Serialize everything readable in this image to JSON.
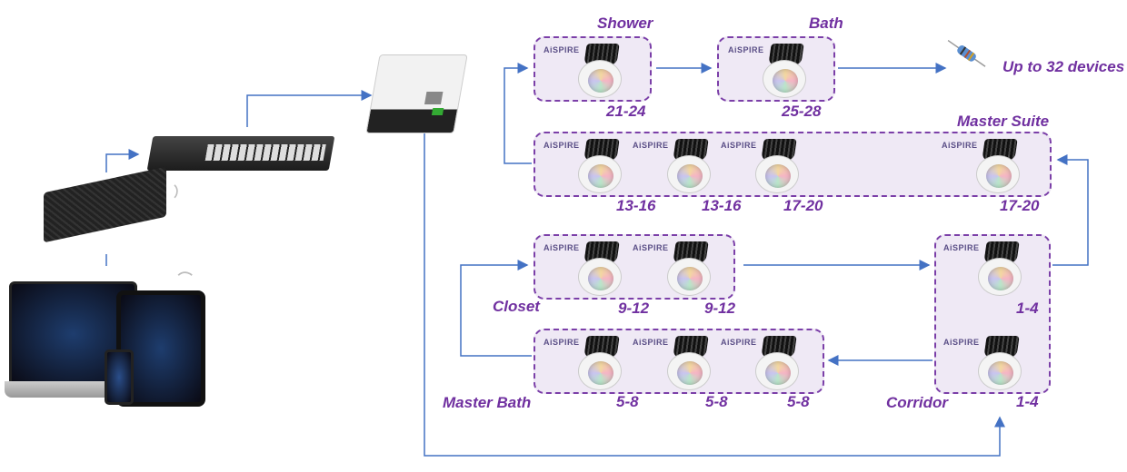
{
  "colors": {
    "wire": "#4472c4",
    "accent": "#7030a0",
    "group_fill": "#efe9f5"
  },
  "fixture_logo": "AiSPIRE",
  "note": "Up to 32 devices",
  "groups": {
    "shower": {
      "label": "Shower",
      "numbers": [
        "21-24"
      ]
    },
    "bath": {
      "label": "Bath",
      "numbers": [
        "25-28"
      ]
    },
    "master_suite": {
      "label": "Master Suite",
      "numbers": [
        "13-16",
        "13-16",
        "17-20",
        "17-20"
      ]
    },
    "closet": {
      "label": "Closet",
      "numbers": [
        "9-12",
        "9-12"
      ]
    },
    "master_bath": {
      "label": "Master Bath",
      "numbers": [
        "5-8",
        "5-8",
        "5-8"
      ]
    },
    "corridor": {
      "label": "Corridor",
      "numbers": [
        "1-4",
        "1-4"
      ]
    }
  },
  "icons": [
    "network-switch",
    "controller-box",
    "din-rail-gateway",
    "wifi-icon",
    "laptop-tablet-phone",
    "terminator-resistor-icon"
  ]
}
